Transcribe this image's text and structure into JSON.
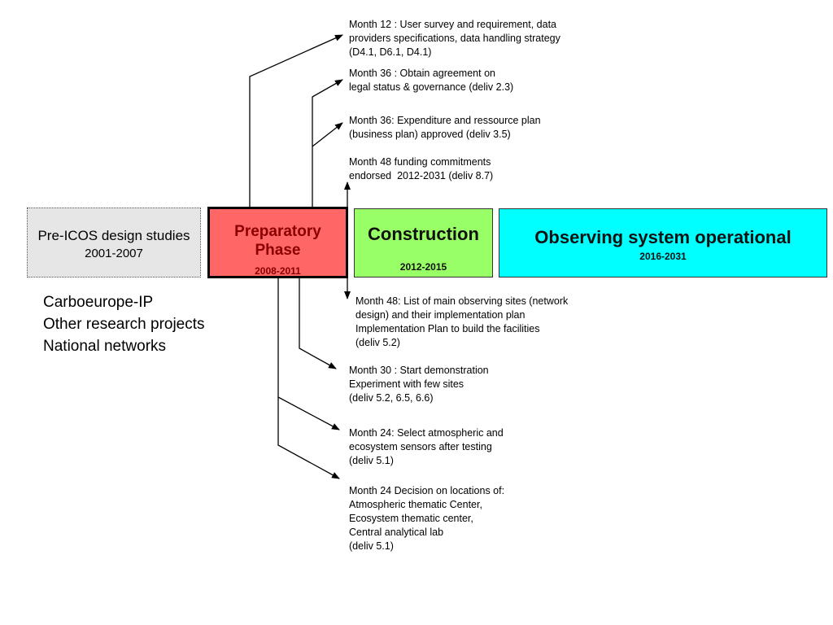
{
  "phases": {
    "pre_icos": {
      "name": "Pre-ICOS design studies",
      "years": "2001-2007"
    },
    "preparatory": {
      "name_line1": "Preparatory",
      "name_line2": "Phase",
      "years": "2008-2011"
    },
    "construction": {
      "name": "Construction",
      "years": "2012-2015"
    },
    "operational": {
      "name": "Observing system operational",
      "years": "2016-2031"
    }
  },
  "precursors": [
    "Carboeurope-IP",
    "Other research projects",
    "National networks"
  ],
  "milestones": [
    {
      "text": "Month 12 : User survey and requirement, data\nproviders specifications, data handling strategy\n(D4.1, D6.1, D4.1)"
    },
    {
      "text": "Month 36 : Obtain agreement on\nlegal status & governance (deliv 2.3)"
    },
    {
      "text": "Month 36: Expenditure and ressource plan\n(business plan) approved (deliv 3.5)"
    },
    {
      "text": "Month 48 funding commitments\nendorsed  2012-2031 (deliv 8.7)"
    },
    {
      "text": "Month 48: List of main observing sites (network\ndesign) and their implementation plan\nImplementation Plan to build the facilities\n(deliv 5.2)"
    },
    {
      "text": "Month 30 : Start demonstration\nExperiment with few sites\n(deliv 5.2, 6.5, 6.6)"
    },
    {
      "text": "Month 24: Select atmospheric and\necosystem sensors after testing\n(deliv 5.1)"
    },
    {
      "text": "Month 24 Decision on locations of:\nAtmospheric thematic Center,\nEcosystem thematic center,\nCentral analytical lab\n(deliv 5.1)"
    }
  ]
}
